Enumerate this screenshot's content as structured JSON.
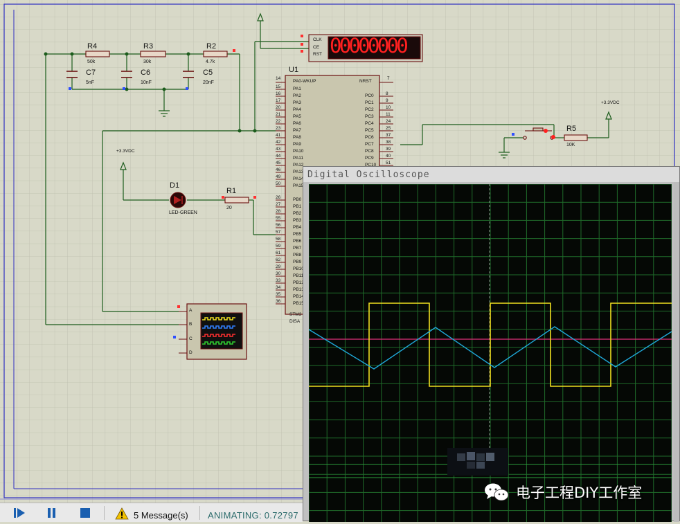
{
  "schematic": {
    "resistors": [
      {
        "ref": "R4",
        "value": "50k"
      },
      {
        "ref": "R3",
        "value": "30k"
      },
      {
        "ref": "R2",
        "value": "4.7k"
      },
      {
        "ref": "R1",
        "value": "20"
      },
      {
        "ref": "R5",
        "value": "10K"
      }
    ],
    "capacitors": [
      {
        "ref": "C7",
        "value": "5nF"
      },
      {
        "ref": "C6",
        "value": "10nF"
      },
      {
        "ref": "C5",
        "value": "20nF"
      }
    ],
    "led": {
      "ref": "D1",
      "value": "LED-GREEN"
    },
    "power_labels": [
      "+3.3VDC",
      "+3.3VDC"
    ],
    "display": {
      "pins": [
        "CLK",
        "CE",
        "RST"
      ],
      "digits": "00000000",
      "color": "#ff2020"
    },
    "mcu": {
      "ref": "U1",
      "top_left_pin": {
        "num": "14",
        "name": "PA0-WKUP"
      },
      "top_right_pin": {
        "num": "7",
        "name": "NRST"
      },
      "left_pins": [
        {
          "num": "15",
          "name": "PA1"
        },
        {
          "num": "16",
          "name": "PA2"
        },
        {
          "num": "17",
          "name": "PA3"
        },
        {
          "num": "20",
          "name": "PA4"
        },
        {
          "num": "21",
          "name": "PA5"
        },
        {
          "num": "22",
          "name": "PA6"
        },
        {
          "num": "23",
          "name": "PA7"
        },
        {
          "num": "41",
          "name": "PA8"
        },
        {
          "num": "42",
          "name": "PA9"
        },
        {
          "num": "43",
          "name": "PA10"
        },
        {
          "num": "44",
          "name": "PA11"
        },
        {
          "num": "45",
          "name": "PA12"
        },
        {
          "num": "46",
          "name": "PA13"
        },
        {
          "num": "49",
          "name": "PA14"
        },
        {
          "num": "50",
          "name": "PA15"
        }
      ],
      "left_pins_b": [
        {
          "num": "26",
          "name": "PB0"
        },
        {
          "num": "27",
          "name": "PB1"
        },
        {
          "num": "28",
          "name": "PB2"
        },
        {
          "num": "55",
          "name": "PB3"
        },
        {
          "num": "56",
          "name": "PB4"
        },
        {
          "num": "57",
          "name": "PB5"
        },
        {
          "num": "58",
          "name": "PB6"
        },
        {
          "num": "59",
          "name": "PB7"
        },
        {
          "num": "61",
          "name": "PB8"
        },
        {
          "num": "62",
          "name": "PB9"
        },
        {
          "num": "29",
          "name": "PB10"
        },
        {
          "num": "30",
          "name": "PB11"
        },
        {
          "num": "33",
          "name": "PB12"
        },
        {
          "num": "34",
          "name": "PB13"
        },
        {
          "num": "35",
          "name": "PB14"
        },
        {
          "num": "36",
          "name": "PB15"
        }
      ],
      "right_pins": [
        {
          "num": "8",
          "name": "PC0"
        },
        {
          "num": "9",
          "name": "PC1"
        },
        {
          "num": "10",
          "name": "PC2"
        },
        {
          "num": "11",
          "name": "PC3"
        },
        {
          "num": "24",
          "name": "PC4"
        },
        {
          "num": "25",
          "name": "PC5"
        },
        {
          "num": "37",
          "name": "PC6"
        },
        {
          "num": "38",
          "name": "PC7"
        },
        {
          "num": "39",
          "name": "PC8"
        },
        {
          "num": "40",
          "name": "PC9"
        },
        {
          "num": "51",
          "name": "PC10"
        }
      ],
      "footer": [
        "STM3",
        "DISA"
      ]
    },
    "scope_block": {
      "channels": [
        "A",
        "B",
        "C",
        "D"
      ]
    }
  },
  "oscilloscope": {
    "title": "Digital Oscilloscope",
    "traces": {
      "yellow": "#f0e020",
      "cyan": "#1fa8d8",
      "magenta": "#e0307a",
      "grid": "#1f6b2a"
    }
  },
  "statusbar": {
    "icons": [
      "play-icon",
      "pause-icon",
      "stop-icon",
      "warning-icon"
    ],
    "messages": "5 Message(s)",
    "animating": "ANIMATING: 0.72797"
  },
  "watermark": {
    "text": "电子工程DIY工作室",
    "icon": "wechat-icon"
  }
}
